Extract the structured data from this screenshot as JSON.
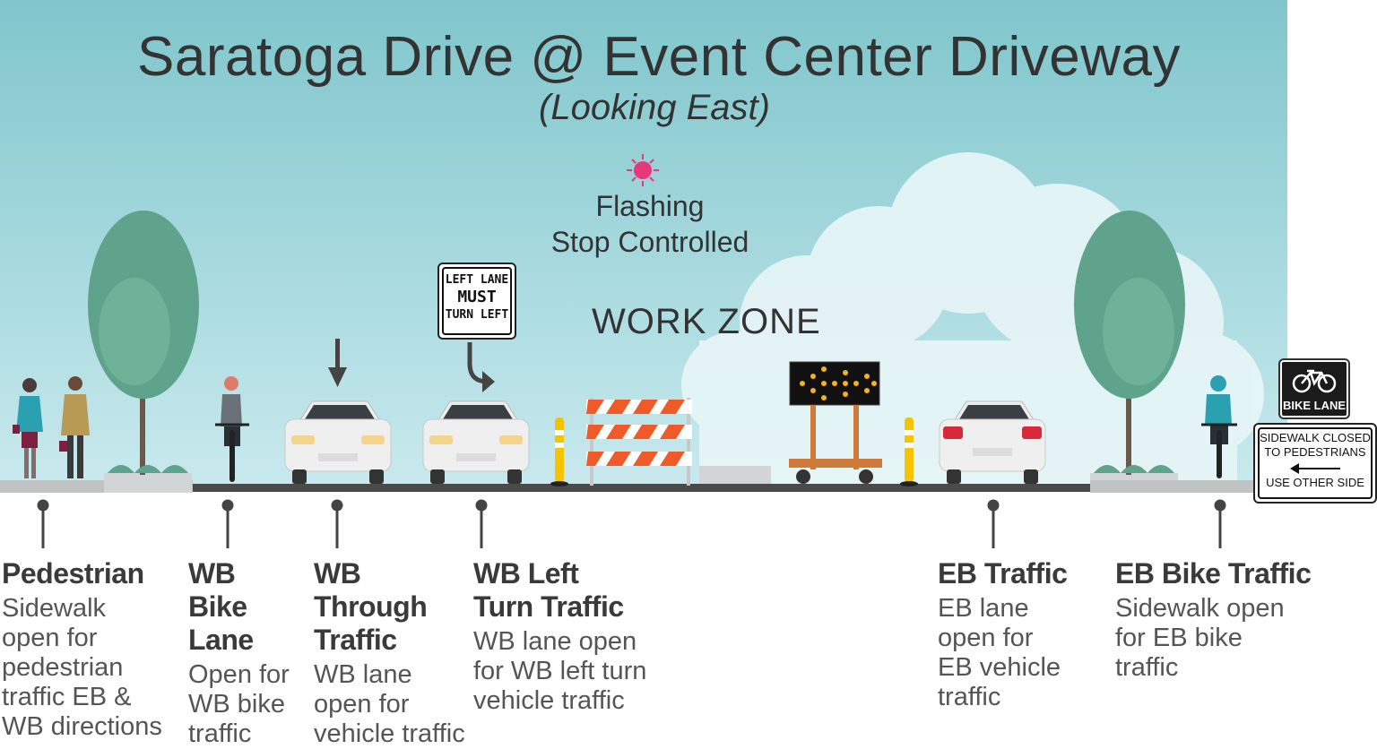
{
  "title": "Saratoga Drive @ Event Center Driveway",
  "subtitle": "(Looking East)",
  "flashing_label": [
    "Flashing",
    "Stop Controlled"
  ],
  "work_zone_label": "WORK ZONE",
  "signs": {
    "left_lane_must_turn_left": [
      "LEFT LANE",
      "MUST",
      "TURN LEFT"
    ],
    "bike_lane": "BIKE LANE",
    "sidewalk_closed": [
      "SIDEWALK CLOSED",
      "TO PEDESTRIANS",
      "USE OTHER SIDE"
    ]
  },
  "lanes": [
    {
      "heading": [
        "Pedestrian"
      ],
      "description": [
        "Sidewalk",
        "open for",
        "pedestrian",
        "traffic EB &",
        "WB directions"
      ]
    },
    {
      "heading": [
        "WB",
        "Bike",
        "Lane"
      ],
      "description": [
        "Open for",
        "WB bike",
        "traffic"
      ]
    },
    {
      "heading": [
        "WB",
        "Through",
        "Traffic"
      ],
      "description": [
        "WB lane",
        "open for",
        "vehicle traffic"
      ]
    },
    {
      "heading": [
        "WB Left",
        "Turn Traffic"
      ],
      "description": [
        "WB lane open",
        "for WB left turn",
        "vehicle traffic"
      ]
    },
    {
      "heading": [
        "EB Traffic"
      ],
      "description": [
        "EB lane",
        "open for",
        "EB vehicle",
        "traffic"
      ]
    },
    {
      "heading": [
        "EB Bike Traffic"
      ],
      "description": [
        "Sidewalk open",
        "for EB bike",
        "traffic"
      ]
    }
  ],
  "colors": {
    "sky_top": "#7fc6cc",
    "sky_bottom": "#c9eaee",
    "road": "#4a4a4a",
    "barricade_orange": "#f05a28",
    "post_yellow": "#f5c400",
    "tree_green": "#5fa38c",
    "beacon_pink": "#e8387a"
  },
  "icons": [
    "pedestrian-icon",
    "cyclist-icon",
    "car-icon",
    "tree-icon",
    "barricade-icon",
    "arrow-board-icon",
    "delineator-post-icon",
    "flashing-beacon-icon",
    "down-arrow-icon",
    "turn-arrow-icon",
    "bicycle-icon",
    "left-arrow-icon"
  ]
}
